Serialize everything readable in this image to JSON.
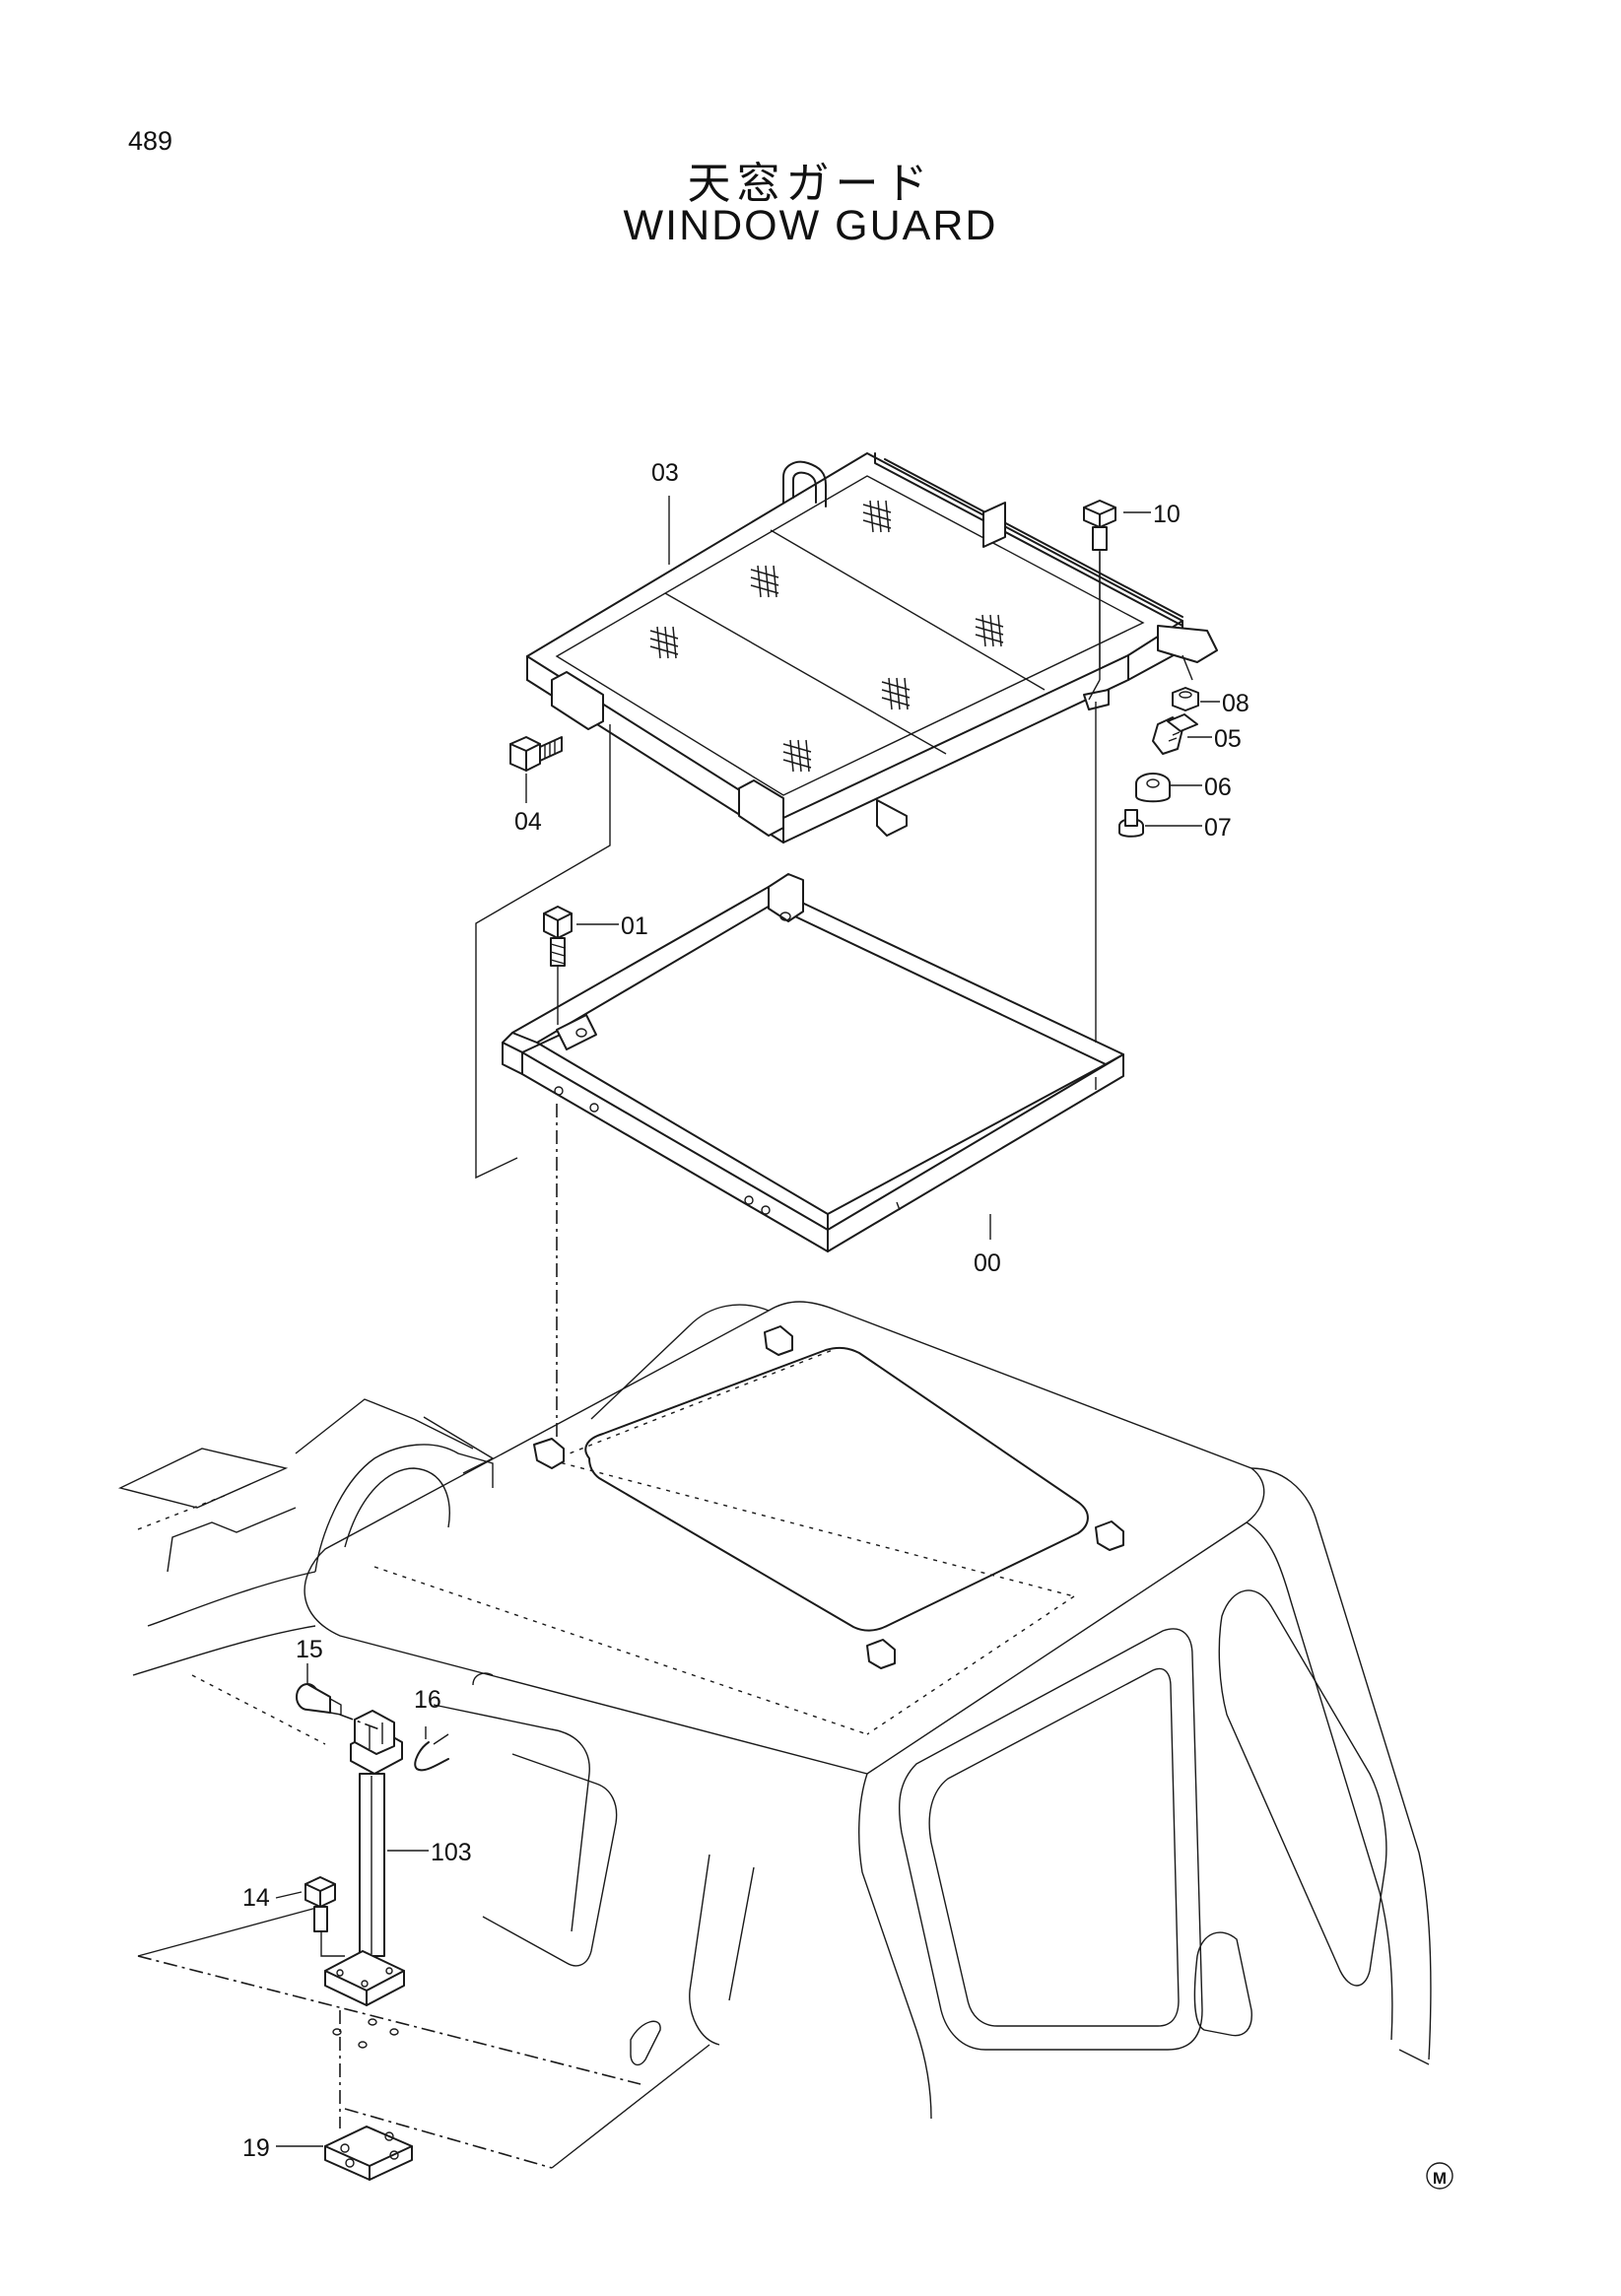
{
  "page_number": "489",
  "title_jp": "天窓ガード",
  "title_en": "WINDOW GUARD",
  "mark": "M",
  "callouts": {
    "c03": "03",
    "c10": "10",
    "c08": "08",
    "c05": "05",
    "c06": "06",
    "c07": "07",
    "c04": "04",
    "c01": "01",
    "c00": "00",
    "c15": "15",
    "c16": "16",
    "c103": "103",
    "c14": "14",
    "c19": "19"
  }
}
